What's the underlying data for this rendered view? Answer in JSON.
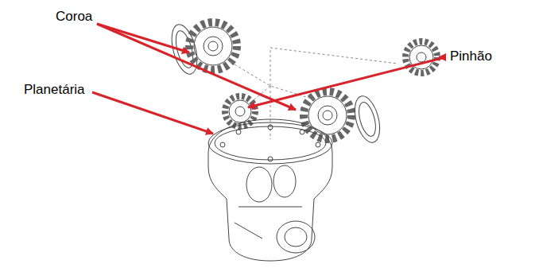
{
  "diagram": {
    "labels": [
      "Coroa",
      "Pinhão",
      "Planetária"
    ]
  }
}
